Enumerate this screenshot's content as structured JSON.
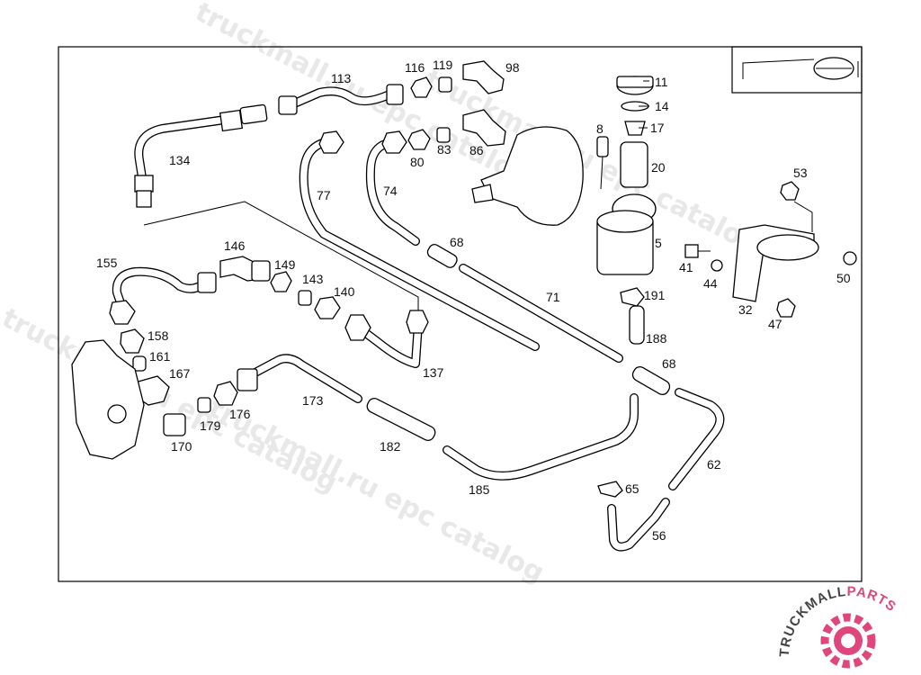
{
  "diagram": {
    "labels": [
      "113",
      "116",
      "119",
      "98",
      "11",
      "14",
      "17",
      "8",
      "20",
      "5",
      "134",
      "80",
      "83",
      "86",
      "77",
      "74",
      "68",
      "71",
      "53",
      "41",
      "44",
      "50",
      "146",
      "155",
      "149",
      "143",
      "140",
      "191",
      "188",
      "32",
      "47",
      "158",
      "161",
      "167",
      "137",
      "68",
      "173",
      "176",
      "179",
      "170",
      "182",
      "185",
      "62",
      "65",
      "56"
    ]
  },
  "watermarks": [
    "truckmall.ru epc catalog",
    "truckmall.ru epc catalog",
    "truckmall.ru epc catalog",
    "truckmall.ru epc catalog"
  ],
  "logo": {
    "text_dark": "TRUCKMALL",
    "text_accent": "PARTS",
    "accent_color": "#e0457b",
    "dark_color": "#444444"
  }
}
